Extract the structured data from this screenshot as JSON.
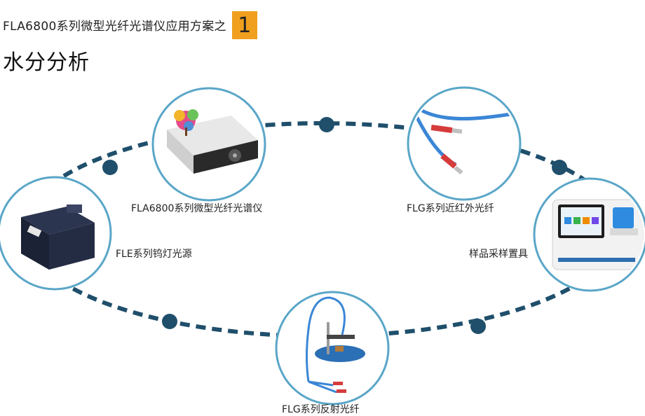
{
  "header": {
    "title": "FLA6800系列微型光纤光谱仪应用方案之",
    "badge_number": "1",
    "badge_color": "#f0a01e"
  },
  "subtitle": "水分分析",
  "colors": {
    "ring": "#1f4f6b",
    "circle_border": "#5aa6c8"
  },
  "nodes": [
    {
      "id": "spectrometer",
      "label": "FLA6800系列微型光纤光谱仪",
      "icon": "spectrometer-image"
    },
    {
      "id": "nir-fiber",
      "label": "FLG系列近红外光纤",
      "icon": "fiber-image"
    },
    {
      "id": "sampler",
      "label": "样品采样置具",
      "icon": "sampler-device-image"
    },
    {
      "id": "reflect-fiber",
      "label": "FLG系列反射光纤",
      "icon": "reflection-probe-image"
    },
    {
      "id": "lamp",
      "label": "FLE系列钨灯光源",
      "icon": "tungsten-lamp-image"
    }
  ]
}
